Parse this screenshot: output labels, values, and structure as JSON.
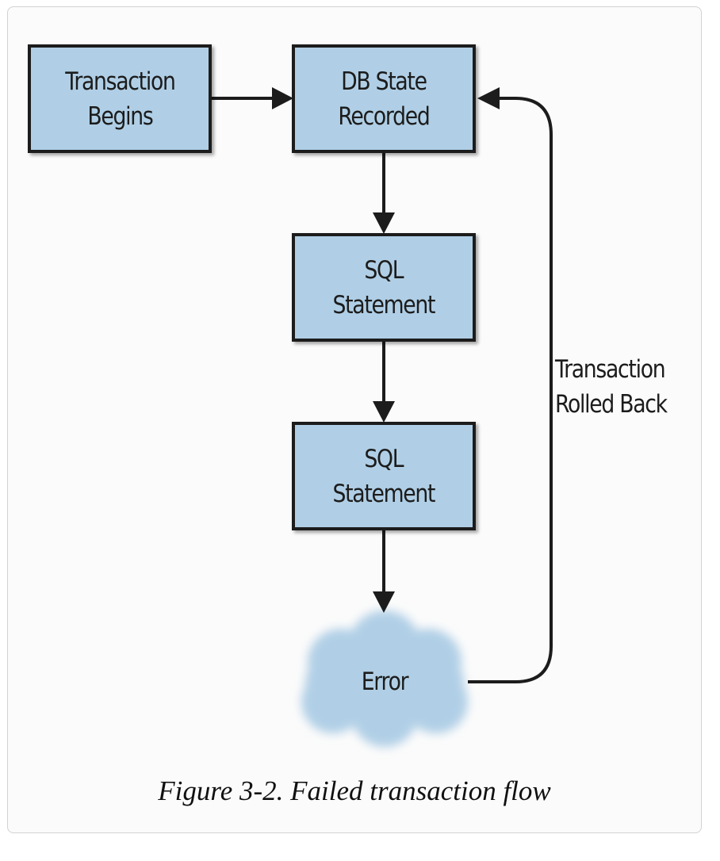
{
  "diagram": {
    "nodes": {
      "transaction_begins": "Transaction\nBegins",
      "db_state_recorded": "DB State\nRecorded",
      "sql_statement_1": "SQL\nStatement",
      "sql_statement_2": "SQL\nStatement",
      "error": "Error"
    },
    "edge_label": "Transaction\nRolled Back",
    "colors": {
      "box_fill": "#b0cfe6",
      "border": "#1c1c1c",
      "cloud_fill": "#b0cfe6"
    }
  },
  "caption": "Figure 3-2. Failed transaction flow"
}
